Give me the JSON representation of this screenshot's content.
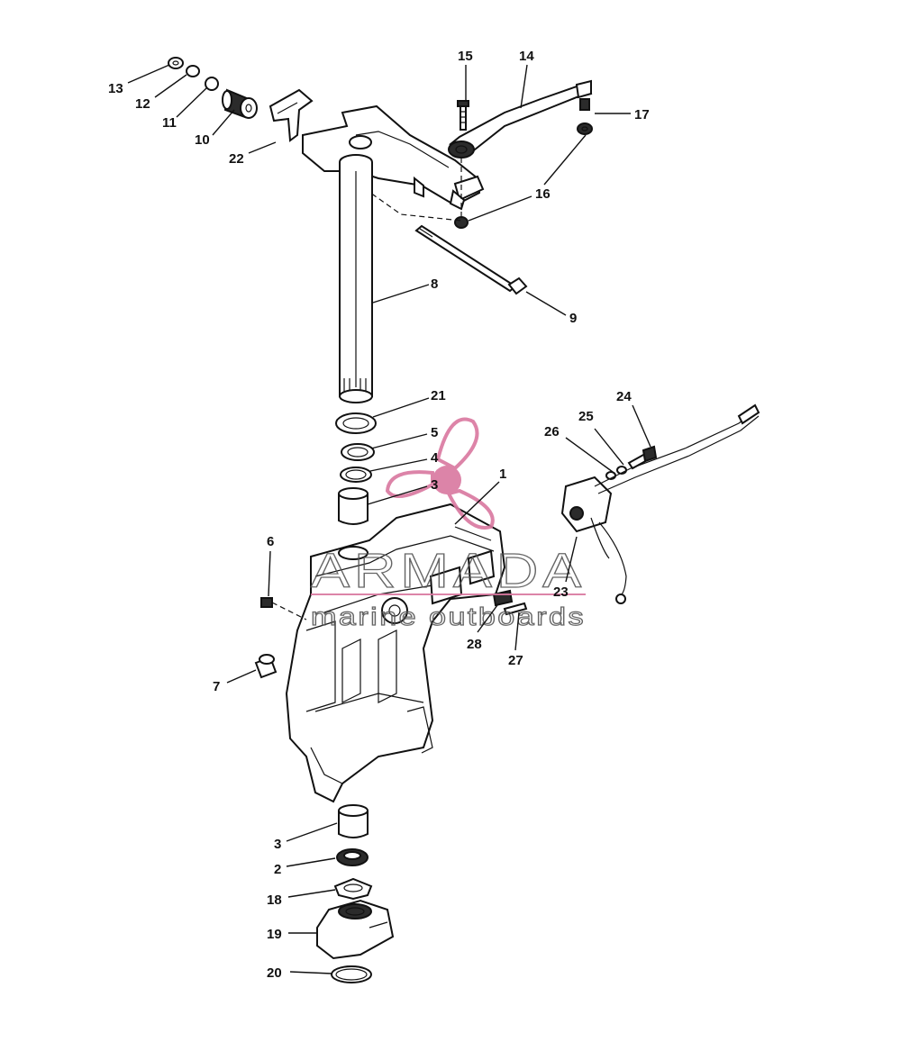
{
  "watermark": {
    "brand": "ARMADA",
    "tagline": "marine outboards",
    "accent_color": "#d9779f",
    "icon": "propeller-logo-icon"
  },
  "callouts": [
    {
      "id": "13",
      "text": "13"
    },
    {
      "id": "12",
      "text": "12"
    },
    {
      "id": "11",
      "text": "11"
    },
    {
      "id": "10",
      "text": "10"
    },
    {
      "id": "22",
      "text": "22"
    },
    {
      "id": "15",
      "text": "15"
    },
    {
      "id": "14",
      "text": "14"
    },
    {
      "id": "17",
      "text": "17"
    },
    {
      "id": "16",
      "text": "16"
    },
    {
      "id": "8",
      "text": "8"
    },
    {
      "id": "9",
      "text": "9"
    },
    {
      "id": "21",
      "text": "21"
    },
    {
      "id": "5",
      "text": "5"
    },
    {
      "id": "4",
      "text": "4"
    },
    {
      "id": "3a",
      "text": "3"
    },
    {
      "id": "1",
      "text": "1"
    },
    {
      "id": "24",
      "text": "24"
    },
    {
      "id": "25",
      "text": "25"
    },
    {
      "id": "26",
      "text": "26"
    },
    {
      "id": "23",
      "text": "23"
    },
    {
      "id": "6",
      "text": "6"
    },
    {
      "id": "28",
      "text": "28"
    },
    {
      "id": "27",
      "text": "27"
    },
    {
      "id": "7",
      "text": "7"
    },
    {
      "id": "3b",
      "text": "3"
    },
    {
      "id": "2",
      "text": "2"
    },
    {
      "id": "18",
      "text": "18"
    },
    {
      "id": "19",
      "text": "19"
    },
    {
      "id": "20",
      "text": "20"
    }
  ]
}
